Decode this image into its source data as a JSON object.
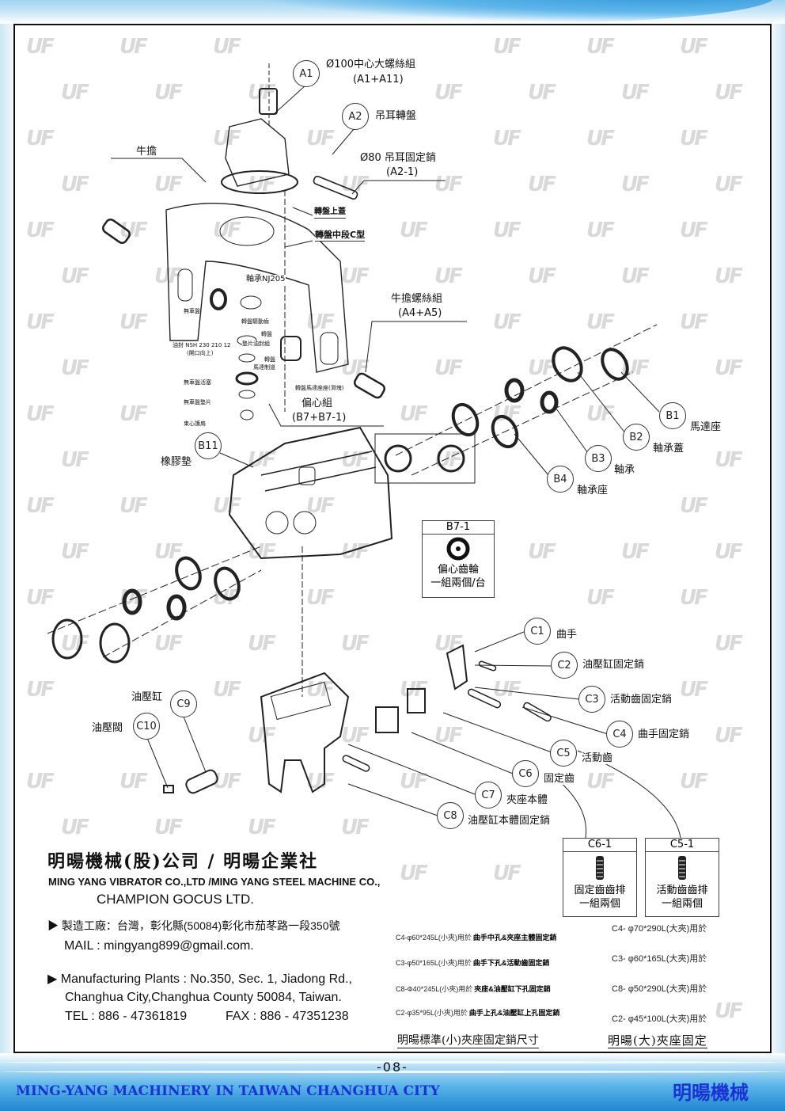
{
  "watermark": "UF",
  "colors": {
    "accent_blue": "#1f86cf",
    "footer_text": "#1a33d6",
    "watermark": "#d9d9d9"
  },
  "section_a": {
    "a1": {
      "id": "A1",
      "label": "Ø100中心大螺絲組",
      "sub": "(A1+A11)"
    },
    "a2": {
      "id": "A2",
      "label": "吊耳轉盤"
    },
    "a2_1": {
      "label": "Ø80 吊耳固定銷",
      "sub": "(A2-1)"
    },
    "yoke": "牛擔",
    "turntable_top_cover": "轉盤上蓋",
    "turntable_mid_c": "轉盤中段C型",
    "bearing_nj205": "軸承NJ205",
    "yoke_bolt": {
      "label": "牛擔螺絲組",
      "sub": "(A4+A5)"
    },
    "small_labels": [
      "無車盤",
      "轉盤驅動齒",
      "油封 NSH 230 210 12",
      "(開口向上)",
      "轉盤",
      "墊片油封組",
      "轉盤",
      "馬達制道",
      "無車盤活塞",
      "轉盤馬達座座(滑塊)",
      "無車盤墊片",
      "束心護扇"
    ]
  },
  "section_b": {
    "eccentric": {
      "label": "偏心組",
      "sub": "(B7+B7-1)"
    },
    "b1": {
      "id": "B1",
      "label": "馬達座"
    },
    "b2": {
      "id": "B2",
      "label": "軸承蓋"
    },
    "b3": {
      "id": "B3",
      "label": "軸承"
    },
    "b4": {
      "id": "B4",
      "label": "軸承座"
    },
    "b11": {
      "id": "B11",
      "label": "橡膠墊"
    },
    "b7_1_box": {
      "header": "B7-1",
      "line1": "偏心齒輪",
      "line2": "一組兩個/台"
    }
  },
  "section_c": {
    "c1": {
      "id": "C1",
      "label": "曲手"
    },
    "c2": {
      "id": "C2",
      "label": "油壓缸固定銷"
    },
    "c3": {
      "id": "C3",
      "label": "活動齒固定銷"
    },
    "c4": {
      "id": "C4",
      "label": "曲手固定銷"
    },
    "c5": {
      "id": "C5",
      "label": "活動齒"
    },
    "c6": {
      "id": "C6",
      "label": "固定齒"
    },
    "c7": {
      "id": "C7",
      "label": "夾座本體"
    },
    "c8": {
      "id": "C8",
      "label": "油壓缸本體固定銷"
    },
    "c9": {
      "id": "C9",
      "label": "油壓缸"
    },
    "c10": {
      "id": "C10",
      "label": "油壓閥"
    },
    "c6_1_box": {
      "header": "C6-1",
      "line1": "固定齒齒排",
      "line2": "一組兩個"
    },
    "c5_1_box": {
      "header": "C5-1",
      "line1": "活動齒齒排",
      "line2": "一組兩個"
    }
  },
  "company": {
    "name_zh": "明暘機械(股)公司 / 明暘企業社",
    "name_en": "MING YANG VIBRATOR CO.,LTD /MING YANG STEEL MACHINE CO.,",
    "name_en2": "CHAMPION GOCUS LTD.",
    "factory_zh": "製造工廠：台灣，彰化縣(50084)彰化市茄苳路一段350號",
    "mail": "MAIL : mingyang899@gmail.com.",
    "plants_en": "Manufacturing Plants : No.350, Sec. 1, Jiadong Rd.,",
    "plants_en2": "Changhua  City,Changhua County 50084, Taiwan.",
    "tel": "TEL : 886 - 47361819",
    "fax": "FAX : 886 - 47351238"
  },
  "pin_sizes": {
    "small": [
      {
        "spec": "C4-φ60*245L(小夾)用於",
        "use": "曲手中孔&夾座主體固定銷"
      },
      {
        "spec": "C3-φ50*165L(小夾)用於",
        "use": "曲手下孔&活動齒固定銷"
      },
      {
        "spec": "C8-Φ40*245L(小夾)用於",
        "use": "夾座&油壓缸下孔固定銷"
      },
      {
        "spec": "C2-φ35*95L(小夾)用於",
        "use": "曲手上孔&油壓缸上孔固定銷"
      }
    ],
    "large": [
      "C4- φ70*290L(大夾)用於",
      "C3- φ60*165L(大夾)用於",
      "C8- φ50*290L(大夾)用於",
      "C2- φ45*100L(大夾)用於"
    ],
    "title_small": "明暘標準(小)夾座固定銷尺寸",
    "title_large": "明暘(大)夾座固定"
  },
  "page_number": "-08-",
  "footer": {
    "english": "MING-YANG MACHINERY IN TAIWAN CHANGHUA CITY",
    "chinese": "明暘機械"
  }
}
